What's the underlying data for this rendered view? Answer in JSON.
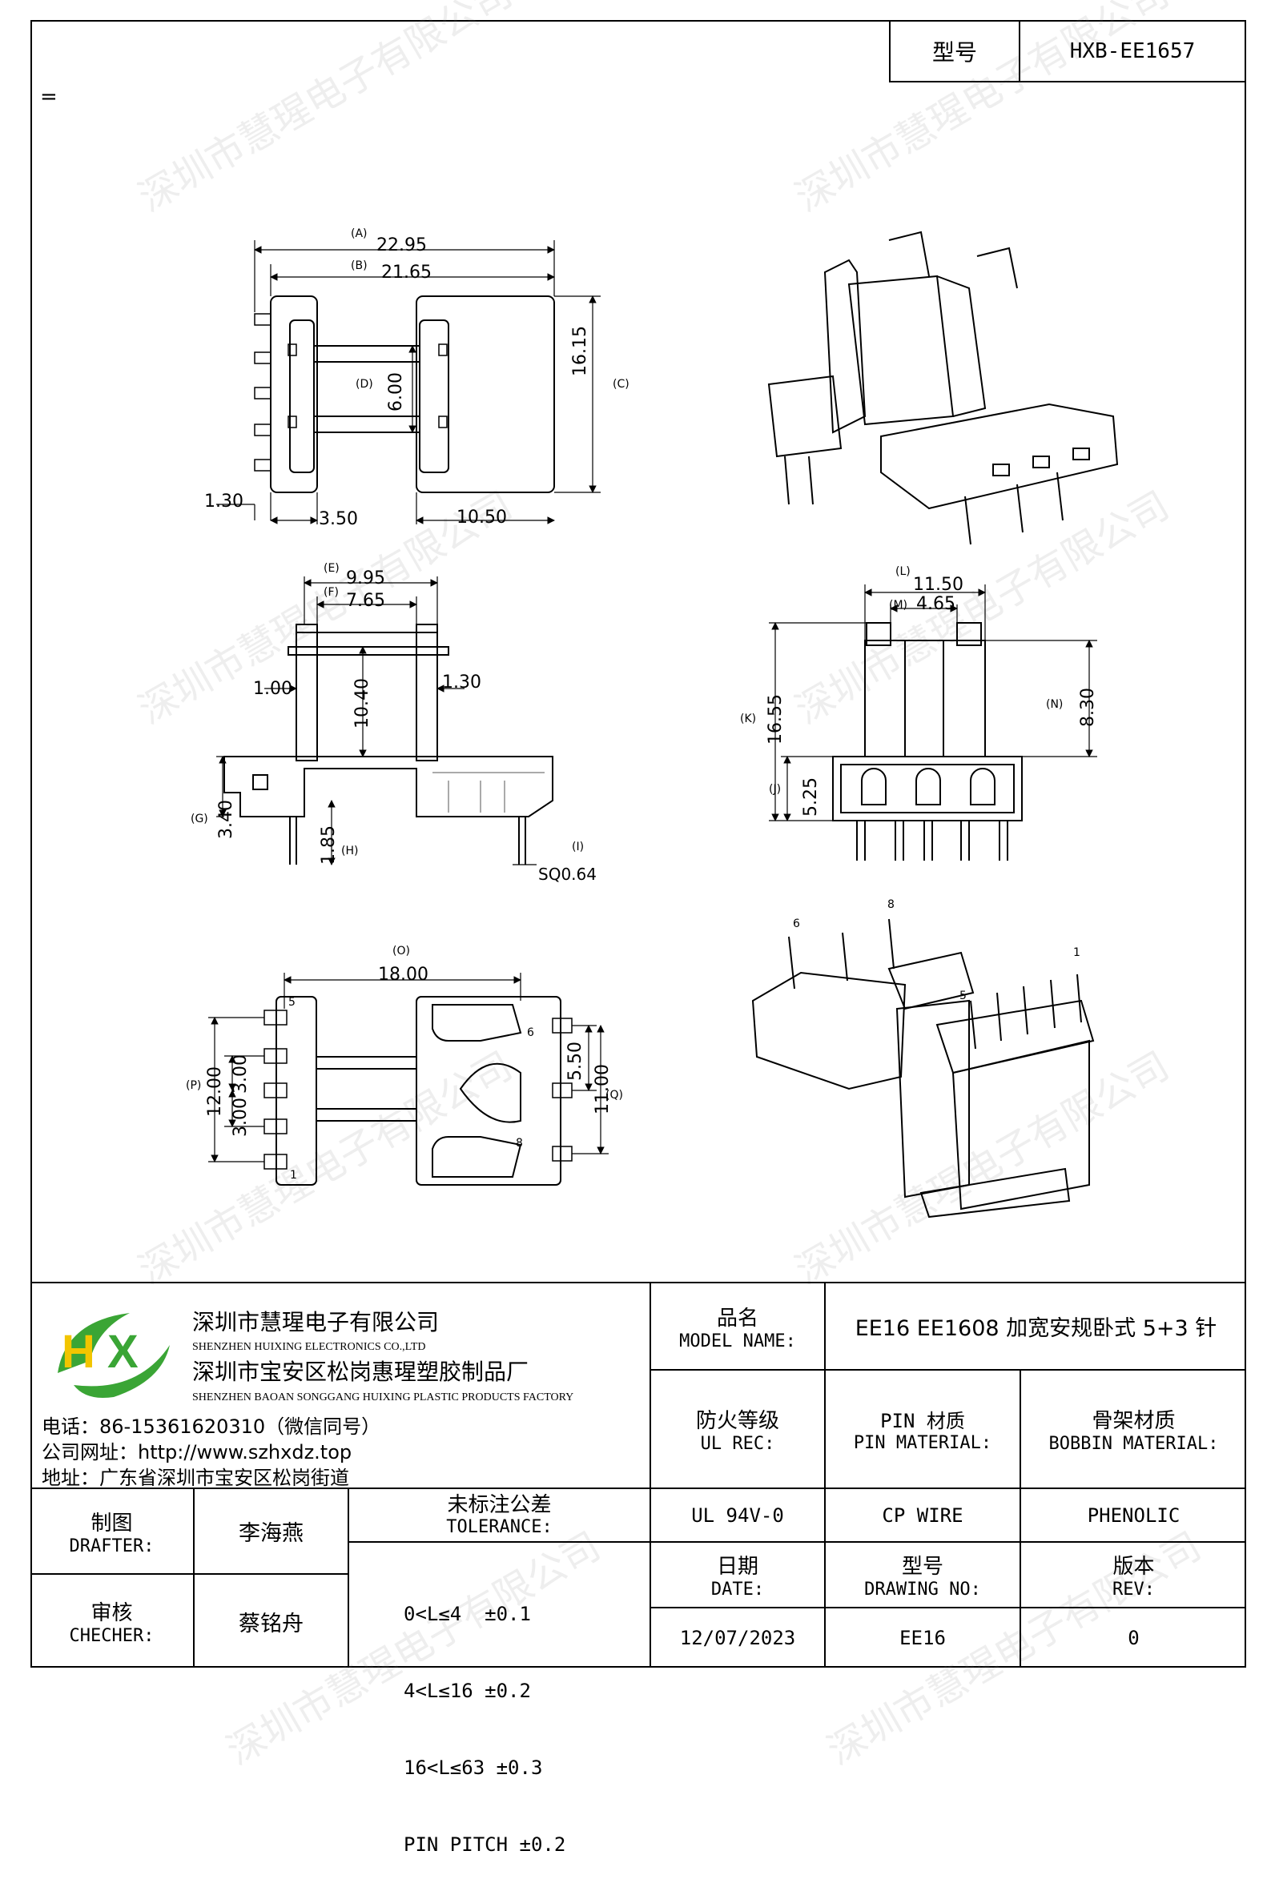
{
  "header": {
    "model_label": "型号",
    "model_value": "HXB-EE1657",
    "stray_mark": "="
  },
  "watermark": "深圳市慧瑆电子有限公司",
  "drawing": {
    "top_view": {
      "dim_A": "22.95",
      "tag_A": "(A)",
      "dim_B": "21.65",
      "tag_B": "(B)",
      "dim_C": "16.15",
      "tag_C": "(C)",
      "dim_D": "6.00",
      "tag_D": "(D)",
      "dim_130": "1.30",
      "dim_350": "3.50",
      "dim_1050": "10.50"
    },
    "side_view": {
      "dim_E": "9.95",
      "tag_E": "(E)",
      "dim_F": "7.65",
      "tag_F": "(F)",
      "dim_100": "1.00",
      "dim_130b": "1.30",
      "dim_1040": "10.40",
      "dim_G": "3.40",
      "tag_G": "(G)",
      "dim_H": "1.85",
      "tag_H": "(H)",
      "tag_I": "(I)",
      "dim_I": "SQ0.64"
    },
    "front_view": {
      "dim_L": "11.50",
      "tag_L": "(L)",
      "dim_M": "4.65",
      "tag_M": "(M)",
      "dim_K": "16.55",
      "tag_K": "(K)",
      "dim_J": "5.25",
      "tag_J": "(J)",
      "dim_N": "8.30",
      "tag_N": "(N)"
    },
    "bottom_view": {
      "dim_O": "18.00",
      "tag_O": "(O)",
      "dim_P": "12.00",
      "tag_P": "(P)",
      "dim_300a": "3.00",
      "dim_300b": "3.00",
      "dim_550": "5.50",
      "dim_Q": "11.00",
      "tag_Q": "(Q)",
      "pin5": "5",
      "pin6": "6",
      "pin8": "8",
      "pin1": "1"
    },
    "iso_bottom": {
      "pin6": "6",
      "pin8": "8",
      "pin1": "1",
      "pin5": "5"
    }
  },
  "company": {
    "name_cn": "深圳市慧瑆电子有限公司",
    "name_en": "SHENZHEN HUIXING ELECTRONICS CO.,LTD",
    "factory_cn": "深圳市宝安区松岗惠瑆塑胶制品厂",
    "factory_en": "SHENZHEN BAOAN SONGGANG HUIXING PLASTIC PRODUCTS FACTORY",
    "phone": "电话：86-15361620310（微信同号）",
    "website": "公司网址：http://www.szhxdz.top",
    "address": "地址：广东省深圳市宝安区松岗街道"
  },
  "title_block": {
    "model_name_cn": "品名",
    "model_name_en": "MODEL NAME:",
    "model_name_value": "EE16 EE1608 加宽安规卧式 5+3 针",
    "fire_cn": "防火等级",
    "fire_en": "UL REC:",
    "pin_cn": "PIN 材质",
    "pin_en": "PIN MATERIAL:",
    "bobbin_cn": "骨架材质",
    "bobbin_en": "BOBBIN MATERIAL:",
    "fire_value": "UL 94V-0",
    "pin_value": "CP WIRE",
    "bobbin_value": "PHENOLIC",
    "drafter_cn": "制图",
    "drafter_en": "DRAFTER:",
    "drafter_name": "李海燕",
    "checker_cn": "审核",
    "checker_en": "CHECHER:",
    "checker_name": "蔡铭舟",
    "tolerance_cn": "未标注公差",
    "tolerance_en": "TOLERANCE:",
    "tol_lines": [
      "0<L≤4  ±0.1",
      "4<L≤16 ±0.2",
      "16<L≤63 ±0.3",
      "PIN PITCH ±0.2"
    ],
    "date_cn": "日期",
    "date_en": "DATE:",
    "drawing_cn": "型号",
    "drawing_en": "DRAWING NO:",
    "rev_cn": "版本",
    "rev_en": "REV:",
    "date_value": "12/07/2023",
    "drawing_value": "EE16",
    "rev_value": "0"
  },
  "colors": {
    "logo_green": "#3aa535",
    "logo_yellow": "#f2c500",
    "border": "#000000"
  }
}
